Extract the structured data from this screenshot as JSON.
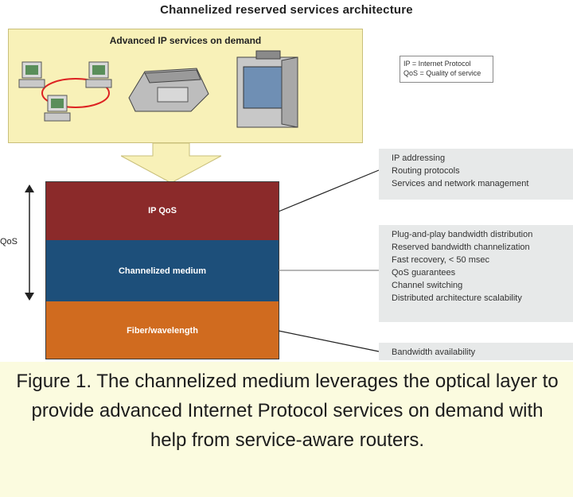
{
  "title": "Channelized reserved services architecture",
  "services_panel": {
    "label": "Advanced IP services on demand"
  },
  "legend": {
    "lines": [
      "IP = Internet Protocol",
      "QoS = Quality of service"
    ]
  },
  "layers": [
    {
      "label": "IP QoS",
      "color": "#8b2a2a"
    },
    {
      "label": "Channelized medium",
      "color": "#1d4f7a"
    },
    {
      "label": "Fiber/wavelength",
      "color": "#d06b1f"
    }
  ],
  "side_label": "QoS",
  "callouts": [
    {
      "lines": [
        "IP addressing",
        "Routing protocols",
        "Services and network management"
      ]
    },
    {
      "lines": [
        "Plug-and-play bandwidth distribution",
        "Reserved bandwidth channelization",
        "Fast recovery, < 50 msec",
        "QoS guarantees",
        "Channel switching",
        "Distributed architecture scalability"
      ]
    },
    {
      "lines": [
        "Bandwidth availability"
      ]
    }
  ],
  "caption": "Figure 1. The channelized medium leverages the optical layer to provide advanced Internet Protocol services on demand with help from service-aware routers.",
  "icons": [
    "desktop-computer-icon",
    "telephone-icon",
    "crt-monitor-icon",
    "vertical-double-arrow-icon"
  ]
}
